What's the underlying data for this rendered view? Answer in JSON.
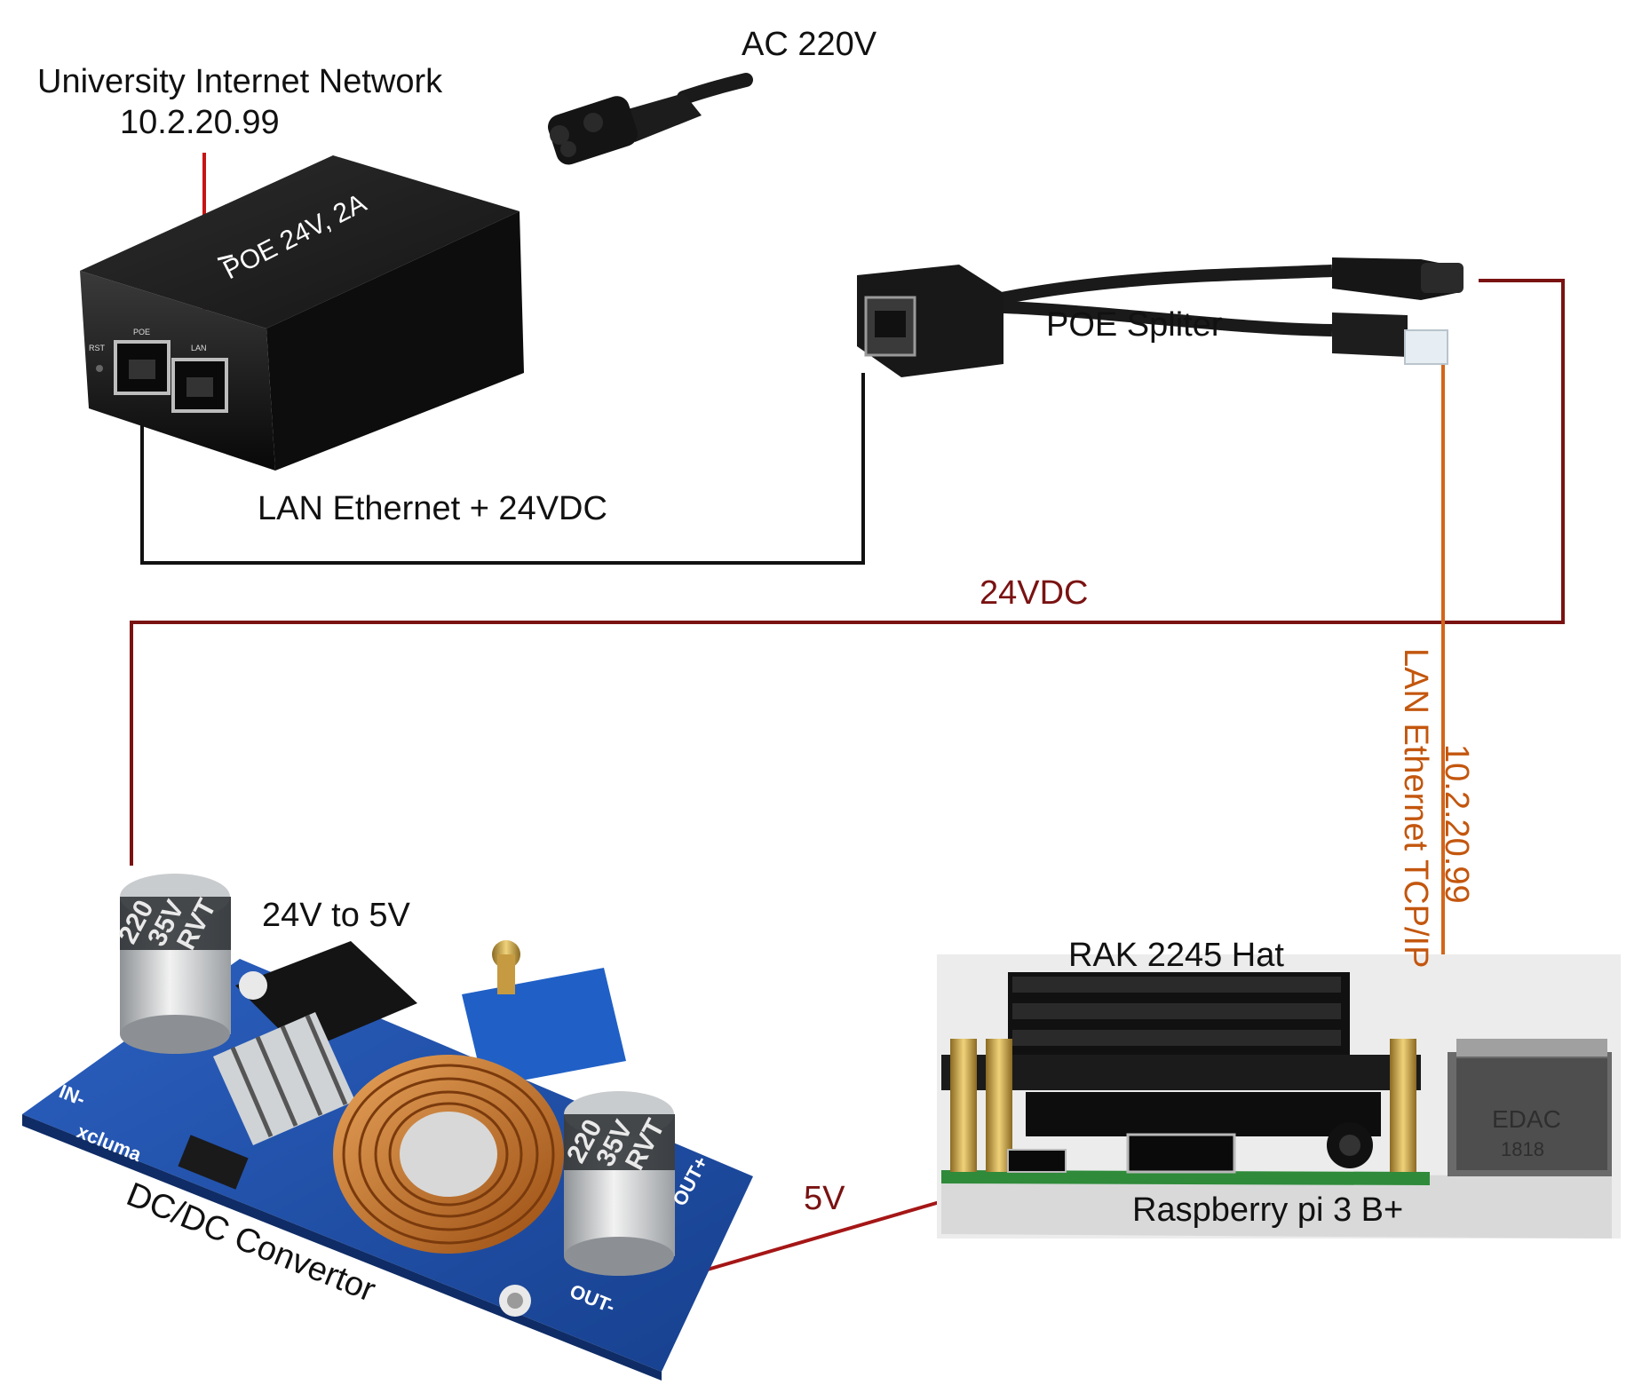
{
  "labels": {
    "network_title": "University Internet Network",
    "network_ip": "10.2.20.99",
    "ac_power": "AC 220V",
    "poe_injector": "POE 24V, 2A",
    "poe_port": "POE",
    "lan_port": "LAN",
    "rst": "RST",
    "poe_splitter": "POE Spliter",
    "lan_plus_dc": "LAN Ethernet + 24VDC",
    "dc_24v": "24VDC",
    "lan_tcp": "LAN Ethernet TCP/IP",
    "lan_ip": "10.2.20.99",
    "step_down": "24V to 5V",
    "converter": "DC/DC Convertor",
    "dc_5v": "5V",
    "rak_hat": "RAK 2245 Hat",
    "raspberry": "Raspberry pi 3 B+",
    "cap_line1": "220",
    "cap_line2": "35V",
    "cap_line3": "RVT",
    "board_brand": "xcluma",
    "in_minus": "IN-",
    "out_minus": "OUT-",
    "out_plus": "OUT+",
    "rj45_mark": "EDAC",
    "rj45_code": "1818"
  },
  "colors": {
    "wire_black": "#111111",
    "wire_red": "#b01818",
    "wire_dark_red": "#7a1212",
    "wire_orange": "#d4651a",
    "pcb_blue": "#1f4fa8"
  },
  "icons": {
    "poe_injector": "poe-injector-icon",
    "ac_plug": "ac-plug-icon",
    "splitter": "poe-splitter-icon",
    "converter": "dc-dc-converter-icon",
    "raspberry": "raspberry-pi-icon"
  }
}
